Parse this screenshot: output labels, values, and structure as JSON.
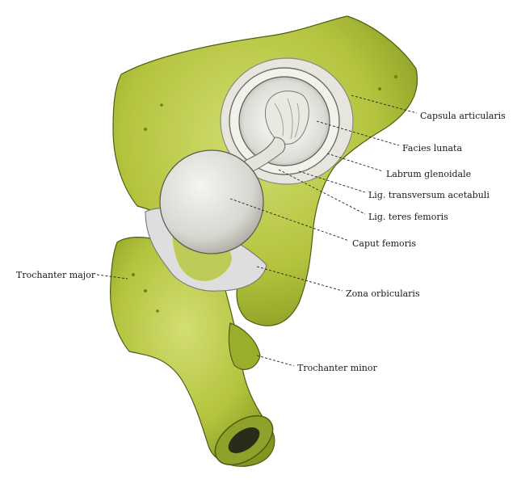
{
  "labels": {
    "capsula_articularis": "Capsula articularis",
    "facies_lunata": "Facies lunata",
    "labrum_glenoidale": "Labrum glenoidale",
    "lig_transversum_acetabuli": "Lig. transversum acetabuli",
    "lig_teres_femoris": "Lig. teres femoris",
    "caput_femoris": "Caput femoris",
    "zona_orbicularis": "Zona orbicularis",
    "trochanter_major": "Trochanter major",
    "trochanter_minor": "Trochanter minor"
  },
  "colors": {
    "bone": "#b9c842",
    "bone_light": "#cfdb6a",
    "bone_shadow": "#7f9222",
    "cartilage": "#d9d9d4",
    "capsule": "#e3e3dc",
    "marrow": "#2b2b1a"
  }
}
